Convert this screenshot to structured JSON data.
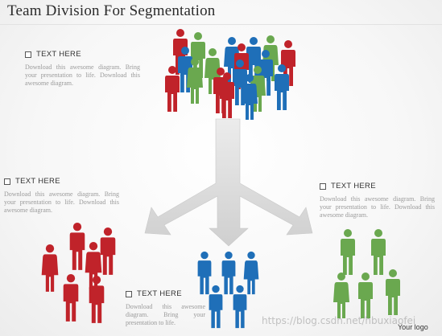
{
  "title": "Team Division For Segmentation",
  "blocks": [
    {
      "heading": "TEXT HERE",
      "body": "Download this awesome diagram. Bring your presentation to life. Download this awesome diagram."
    },
    {
      "heading": "TEXT HERE",
      "body": "Download this awesome diagram. Bring your presentation to life. Download this awesome diagram."
    },
    {
      "heading": "TEXT HERE",
      "body": "Download this awesome diagram. Bring your presentation to life. Download this awesome diagram."
    },
    {
      "heading": "TEXT HERE",
      "body": "Download this awesome diagram. Bring your presentation to life."
    }
  ],
  "logo": "Your logo",
  "watermark": "https://blog.csdn.net/hbuxiaofei",
  "colors": {
    "red": "#c0232a",
    "blue": "#1f6fb8",
    "green": "#6aa84f",
    "teal": "#2a9d8f",
    "arrow": "#d9d9d9"
  },
  "groups": {
    "team": [
      "red",
      "green",
      "blue",
      "blue",
      "red",
      "green",
      "red",
      "blue",
      "green",
      "blue",
      "red",
      "green",
      "red",
      "blue",
      "green",
      "blue",
      "red",
      "blue"
    ],
    "left": [
      "red",
      "red",
      "red",
      "red",
      "red",
      "red"
    ],
    "center": [
      "blue",
      "blue",
      "blue",
      "blue",
      "blue"
    ],
    "right": [
      "green",
      "green",
      "green",
      "green",
      "green"
    ]
  }
}
